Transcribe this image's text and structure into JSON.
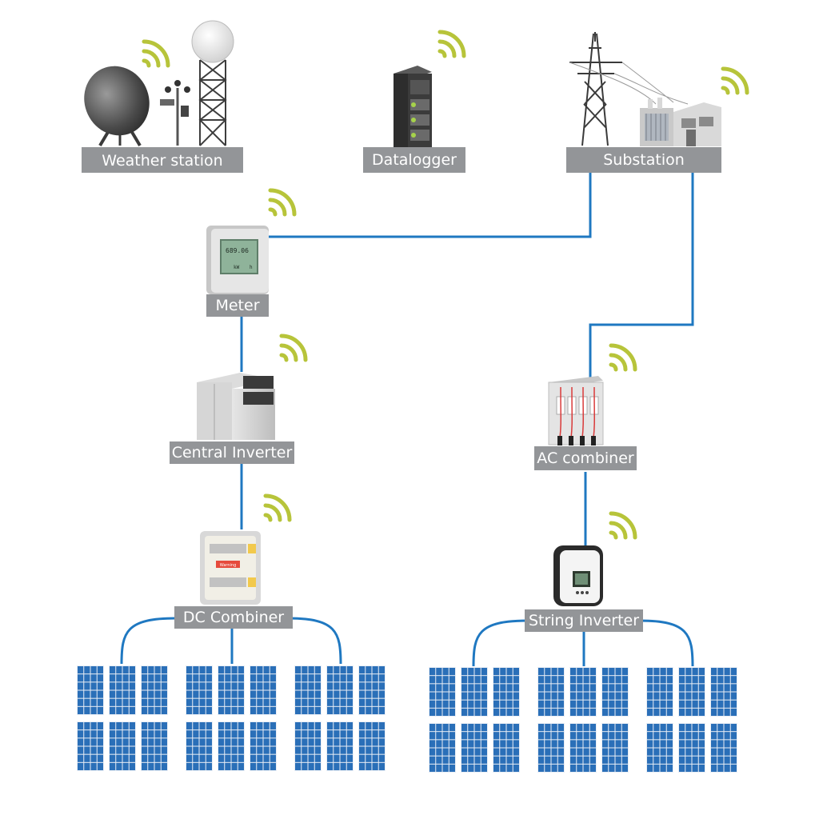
{
  "nodes": {
    "weather_station": "Weather station",
    "datalogger": "Datalogger",
    "substation": "Substation",
    "meter": "Meter",
    "central_inverter": "Central Inverter",
    "ac_combiner": "AC combiner",
    "dc_combiner": "DC Combiner",
    "string_inverter": "String Inverter"
  },
  "meter_display": {
    "reading": "689.06",
    "unit_left": "kW",
    "unit_right": "h"
  },
  "dc_combiner_badge": "Warning",
  "colors": {
    "wire": "#1f78c1",
    "wifi": "#b7c43a",
    "label_bg": "#939598",
    "solar_cell": "#2a6fb8"
  },
  "icons": [
    "wifi-signal-icon",
    "satellite-dish-icon",
    "radar-tower-icon",
    "server-rack-icon",
    "transmission-tower-icon",
    "transformer-icon",
    "energy-meter-icon",
    "inverter-cabinet-icon",
    "combiner-box-icon",
    "solar-panel-icon"
  ]
}
